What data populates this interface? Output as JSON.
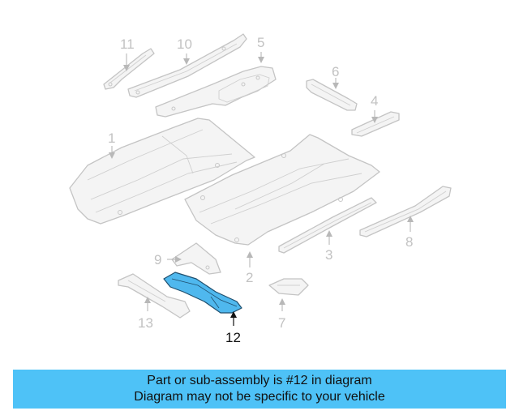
{
  "diagram": {
    "callouts": [
      {
        "id": "1",
        "label": "1"
      },
      {
        "id": "2",
        "label": "2"
      },
      {
        "id": "3",
        "label": "3"
      },
      {
        "id": "4",
        "label": "4"
      },
      {
        "id": "5",
        "label": "5"
      },
      {
        "id": "6",
        "label": "6"
      },
      {
        "id": "7",
        "label": "7"
      },
      {
        "id": "8",
        "label": "8"
      },
      {
        "id": "9",
        "label": "9"
      },
      {
        "id": "10",
        "label": "10"
      },
      {
        "id": "11",
        "label": "11"
      },
      {
        "id": "12",
        "label": "12"
      },
      {
        "id": "13",
        "label": "13"
      }
    ],
    "highlighted_part": "12",
    "highlight_color": "#4fb8ee",
    "line_color": "#c4c4c4"
  },
  "banner": {
    "line1": "Part or sub-assembly is #12 in diagram",
    "line2": "Diagram may not be specific to your vehicle",
    "background": "#4ec2f7"
  }
}
